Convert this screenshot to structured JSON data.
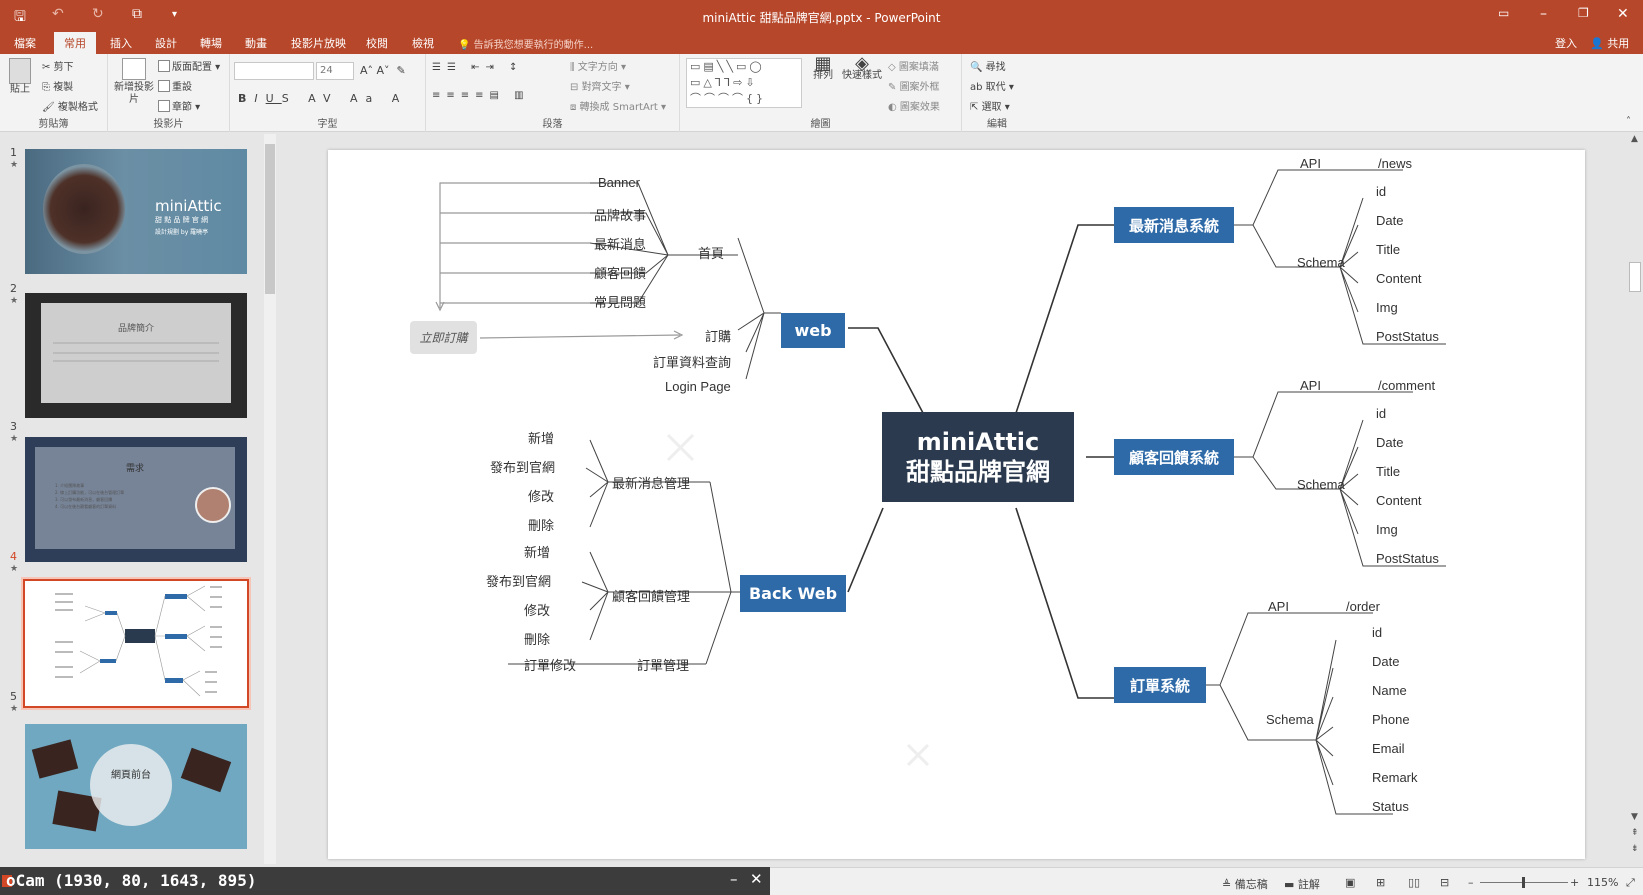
{
  "window": {
    "title": "miniAttic 甜點品牌官網.pptx - PowerPoint"
  },
  "tabs": [
    "檔案",
    "常用",
    "插入",
    "設計",
    "轉場",
    "動畫",
    "投影片放映",
    "校閱",
    "檢視"
  ],
  "tell_me": "告訴我您想要執行的動作...",
  "account": {
    "signin": "登入",
    "share": "共用"
  },
  "ribbon": {
    "clipboard": {
      "label": "剪貼簿",
      "paste": "貼上",
      "cut": "剪下",
      "copy": "複製",
      "format_painter": "複製格式"
    },
    "slides": {
      "label": "投影片",
      "new_slide": "新增投影片",
      "layout": "版面配置",
      "reset": "重設",
      "section": "章節"
    },
    "font": {
      "label": "字型",
      "size": "24"
    },
    "paragraph": {
      "label": "段落",
      "text_direction": "文字方向",
      "align_text": "對齊文字",
      "convert_smartart": "轉換成 SmartArt"
    },
    "drawing": {
      "label": "繪圖",
      "arrange": "排列",
      "quick_styles": "快速樣式",
      "shape_fill": "圖案填滿",
      "shape_outline": "圖案外框",
      "shape_effects": "圖案效果"
    },
    "editing": {
      "label": "編輯",
      "find": "尋找",
      "replace": "取代",
      "select": "選取"
    }
  },
  "thumbnails": [
    {
      "num": "1",
      "title": "miniAttic",
      "sub": "甜 點 品 牌 官 網",
      "sub2": "設計規劃 by 羅曉亭"
    },
    {
      "num": "2",
      "title": "品牌簡介"
    },
    {
      "num": "3",
      "title": "需求",
      "items": [
        "1. 介紹團隊故事",
        "2. 線上訂購功能，可以在後台管理訂單",
        "3. 可以發布最新消息，顧客回饋",
        "4. 可以在後台觀看顧客的訂單資料"
      ]
    },
    {
      "num": "4"
    },
    {
      "num": "5",
      "title": "網頁前台"
    }
  ],
  "mindmap": {
    "center": [
      "miniAttic",
      "甜點品牌官網"
    ],
    "web": {
      "label": "web",
      "home": "首頁",
      "home_items": [
        "Banner",
        "品牌故事",
        "最新消息",
        "顧客回饋",
        "常見問題"
      ],
      "order": "訂購",
      "order_query": "訂單資料查詢",
      "login": "Login Page",
      "cta": "立即訂購"
    },
    "backweb": {
      "label": "Back Web",
      "news_mgmt": "最新消息管理",
      "news_items": [
        "新增",
        "發布到官網",
        "修改",
        "刪除"
      ],
      "feedback_mgmt": "顧客回饋管理",
      "feedback_items": [
        "新增",
        "發布到官網",
        "修改",
        "刪除"
      ],
      "order_mgmt": "訂單管理",
      "order_edit": "訂單修改"
    },
    "news": {
      "label": "最新消息系統",
      "api": "API",
      "endpoint": "/news",
      "schema": "Schema",
      "fields": [
        "id",
        "Date",
        "Title",
        "Content",
        "Img",
        "PostStatus"
      ]
    },
    "feedback": {
      "label": "顧客回饋系統",
      "api": "API",
      "endpoint": "/comment",
      "schema": "Schema",
      "fields": [
        "id",
        "Date",
        "Title",
        "Content",
        "Img",
        "PostStatus"
      ]
    },
    "order": {
      "label": "訂單系統",
      "api": "API",
      "endpoint": "/order",
      "schema": "Schema",
      "fields": [
        "id",
        "Date",
        "Name",
        "Phone",
        "Email",
        "Remark",
        "Status"
      ]
    }
  },
  "status": {
    "notes": "備忘稿",
    "comments": "註解",
    "zoom": "115%"
  },
  "ocam": {
    "title": "oCam (1930, 80, 1643, 895)"
  }
}
